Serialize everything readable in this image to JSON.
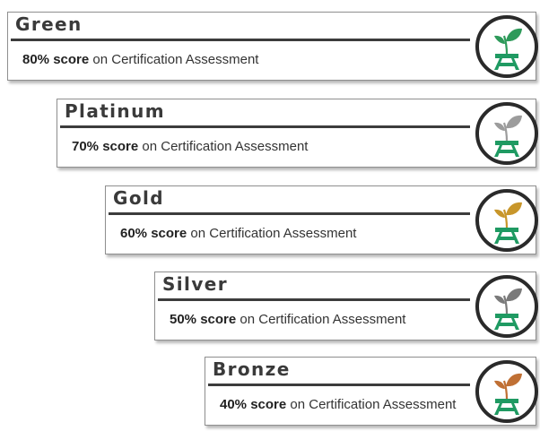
{
  "tiers": [
    {
      "name": "Green",
      "score": "80% score",
      "suffix": "on Certification Assessment",
      "icon": "green-plant-badge-icon",
      "leaf_color": "#2e9a5a"
    },
    {
      "name": "Platinum",
      "score": "70% score",
      "suffix": "on Certification Assessment",
      "icon": "platinum-plant-badge-icon",
      "leaf_color": "#9c9c9c"
    },
    {
      "name": "Gold",
      "score": "60% score",
      "suffix": "on Certification Assessment",
      "icon": "gold-plant-badge-icon",
      "leaf_color": "#c8962a"
    },
    {
      "name": "Silver",
      "score": "50% score",
      "suffix": "on Certification Assessment",
      "icon": "silver-plant-badge-icon",
      "leaf_color": "#7a7a7a"
    },
    {
      "name": "Bronze",
      "score": "40% score",
      "suffix": "on Certification Assessment",
      "icon": "bronze-plant-badge-icon",
      "leaf_color": "#c07034"
    }
  ],
  "colors": {
    "stand": "#1f9a62",
    "ring": "#2a2a2a"
  }
}
